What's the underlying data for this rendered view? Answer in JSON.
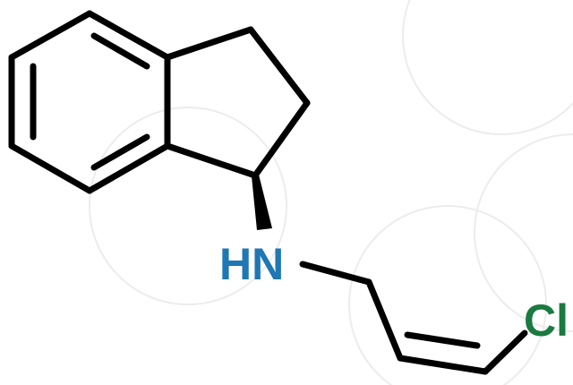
{
  "molecule": {
    "atoms": {
      "nitrogen": {
        "label": "HN",
        "color": "#1f77b4"
      },
      "chlorine": {
        "label": "Cl",
        "color": "#1a7a40"
      }
    },
    "bond_color": "#000000"
  },
  "watermark": {
    "color": "#ececec",
    "shape": "faint-circles"
  }
}
